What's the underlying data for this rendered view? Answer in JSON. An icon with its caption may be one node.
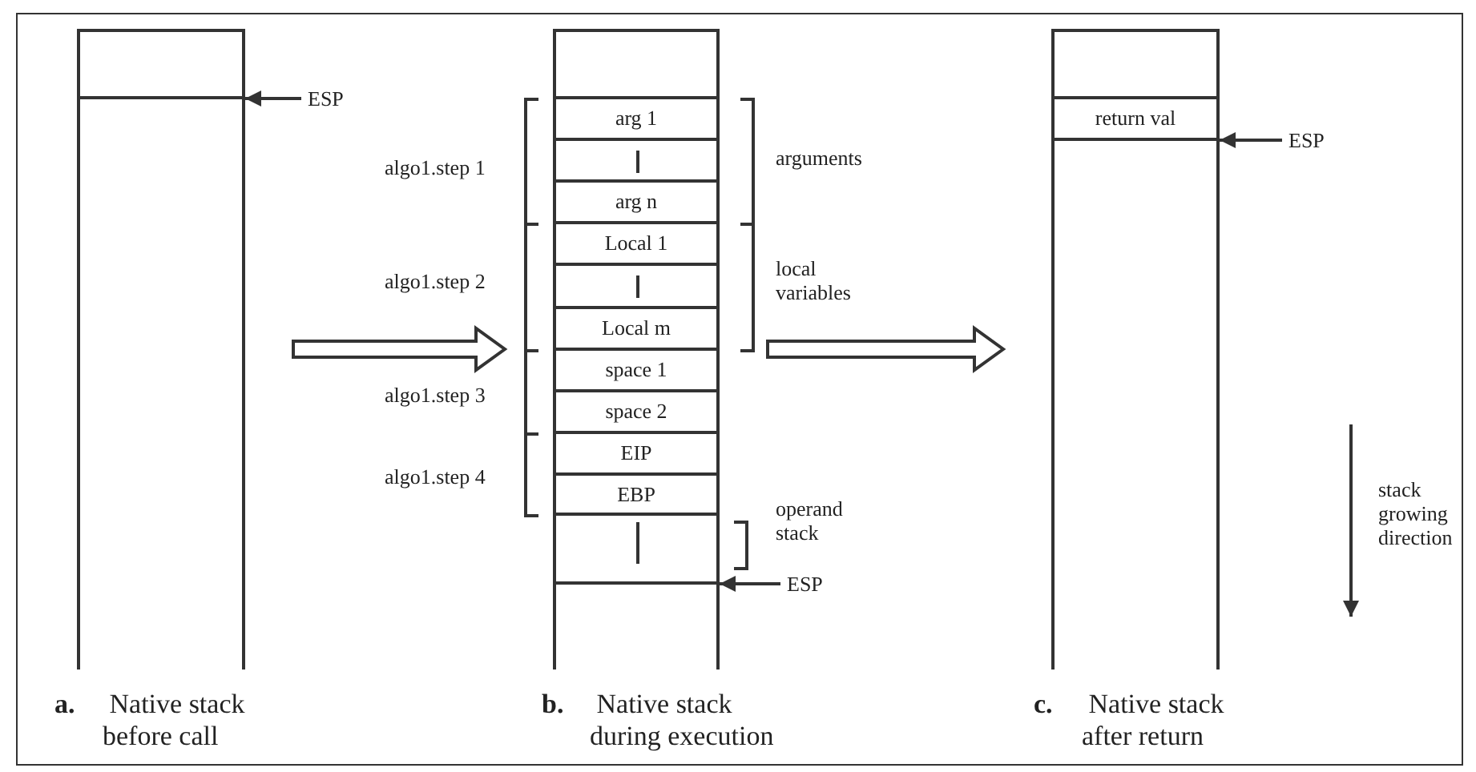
{
  "diagram": {
    "nodes": [
      {
        "text": [
          "**a.** Native stack before call"
        ]
      },
      {
        "text": [],
        "shape": "box",
        "in": 0
      },
      {
        "text": [
          "ESP"
        ]
      },
      {
        "text": [
          "**b.** Native stack during execution"
        ]
      },
      {
        "text": [],
        "shape": "box",
        "in": 3
      },
      {
        "text": [
          "arg 1"
        ],
        "in": 3
      },
      {
        "text": [],
        "shape": "box",
        "in": 3
      },
      {
        "text": [
          "arg n"
        ],
        "in": 3
      },
      {
        "text": [
          "Local 1"
        ],
        "in": 3
      },
      {
        "text": [],
        "shape": "box",
        "in": 3
      },
      {
        "text": [
          "Local m"
        ],
        "in": 3
      },
      {
        "text": [
          "space  1"
        ],
        "in": 3
      },
      {
        "text": [
          "space  2"
        ],
        "in": 3
      },
      {
        "text": [
          "EIP"
        ],
        "in": 3
      },
      {
        "text": [
          "EBP"
        ],
        "in": 3
      },
      {
        "text": [],
        "shape": "box",
        "in": 3
      },
      {
        "text": [
          "ESP"
        ]
      },
      {
        "text": [
          "**c.** Native stack after return"
        ]
      },
      {
        "text": [],
        "shape": "box",
        "in": 17
      },
      {
        "text": [
          "return val"
        ],
        "in": 17
      },
      {
        "text": [
          "ESP"
        ]
      }
    ],
    "edges": [
      {
        "from": 0,
        "to": 3,
        "arrow": "to"
      },
      {
        "from": 3,
        "to": 17,
        "arrow": "to"
      },
      {
        "from": 2,
        "to": 0,
        "arrow": "to"
      },
      {
        "from": 16,
        "to": 3,
        "arrow": "to"
      },
      {
        "from": 20,
        "to": 17,
        "arrow": "to"
      }
    ],
    "labels": [
      "algo1.step 1",
      "arguments",
      "algo1.step 2",
      "local variables",
      "algo1.step 3",
      "algo1.step 4",
      "operand stack",
      "stack growing direction"
    ]
  }
}
